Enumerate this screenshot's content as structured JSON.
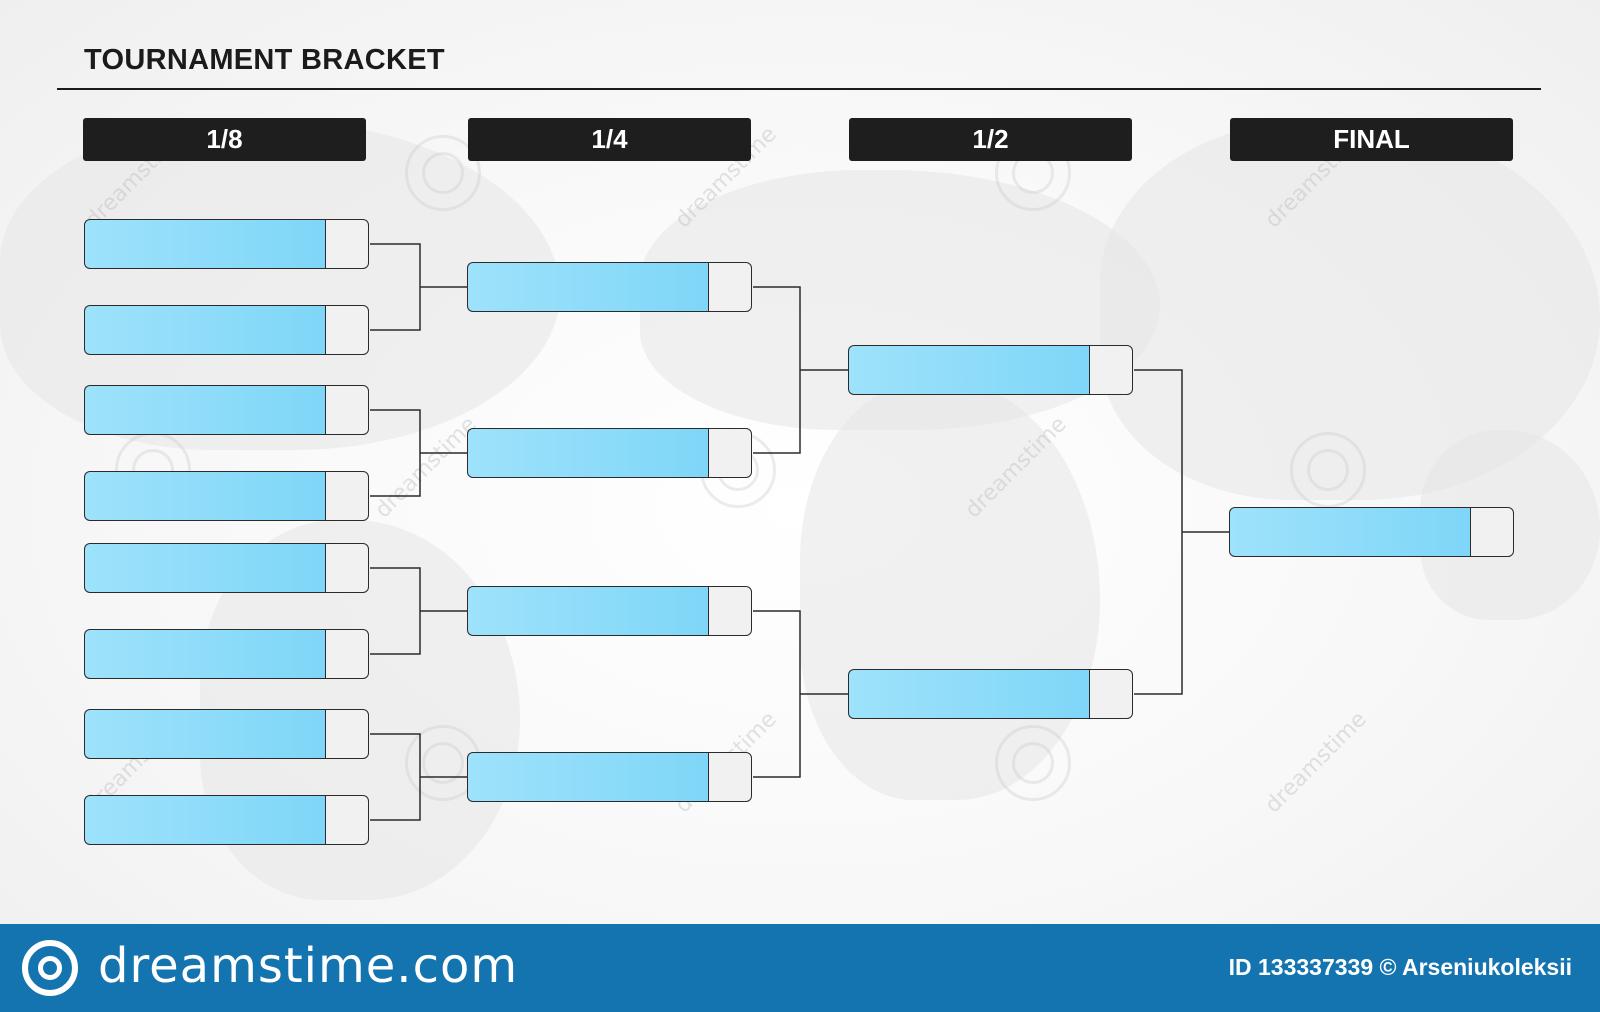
{
  "title": "TOURNAMENT BRACKET",
  "rounds": [
    "1/8",
    "1/4",
    "1/2",
    "FINAL"
  ],
  "colors": {
    "slot_fill": "#8fdcf9",
    "score_fill": "#f1f1f1",
    "header_bg": "#1e1e1e",
    "footer_bg": "#1474b0"
  },
  "watermark": {
    "brand": "dreamstime.com",
    "credit": "ID 133337339 © Arseniukoleksii",
    "tile_text": "dreamstime"
  }
}
